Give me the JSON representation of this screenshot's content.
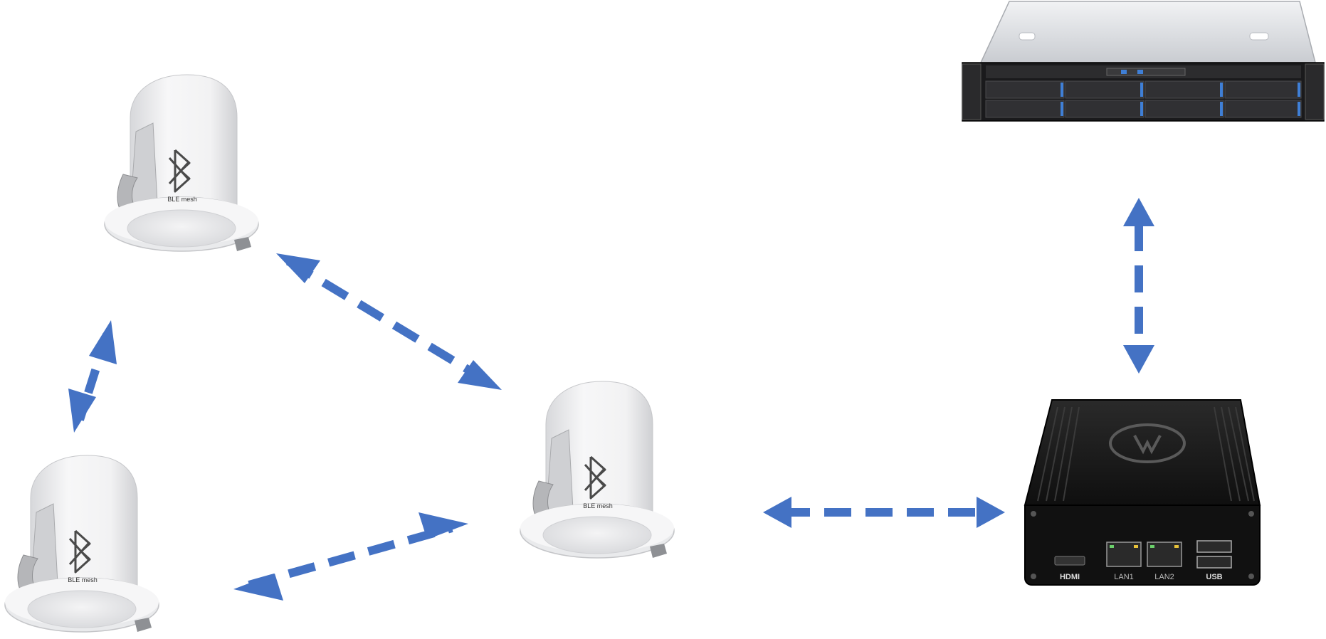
{
  "devices": {
    "light_a": {
      "label": "BLE mesh"
    },
    "light_b": {
      "label": "BLE mesh"
    },
    "light_c": {
      "label": "BLE mesh"
    },
    "gateway": {
      "ports": {
        "hdmi": "HDMI",
        "lan1": "LAN1",
        "lan2": "LAN2",
        "usb": "USB"
      }
    }
  },
  "colors": {
    "arrow": "#4472C4",
    "light_body": "#ECEDEF",
    "gateway_body": "#1B1B1B",
    "server_body": "#D9DBDE"
  }
}
